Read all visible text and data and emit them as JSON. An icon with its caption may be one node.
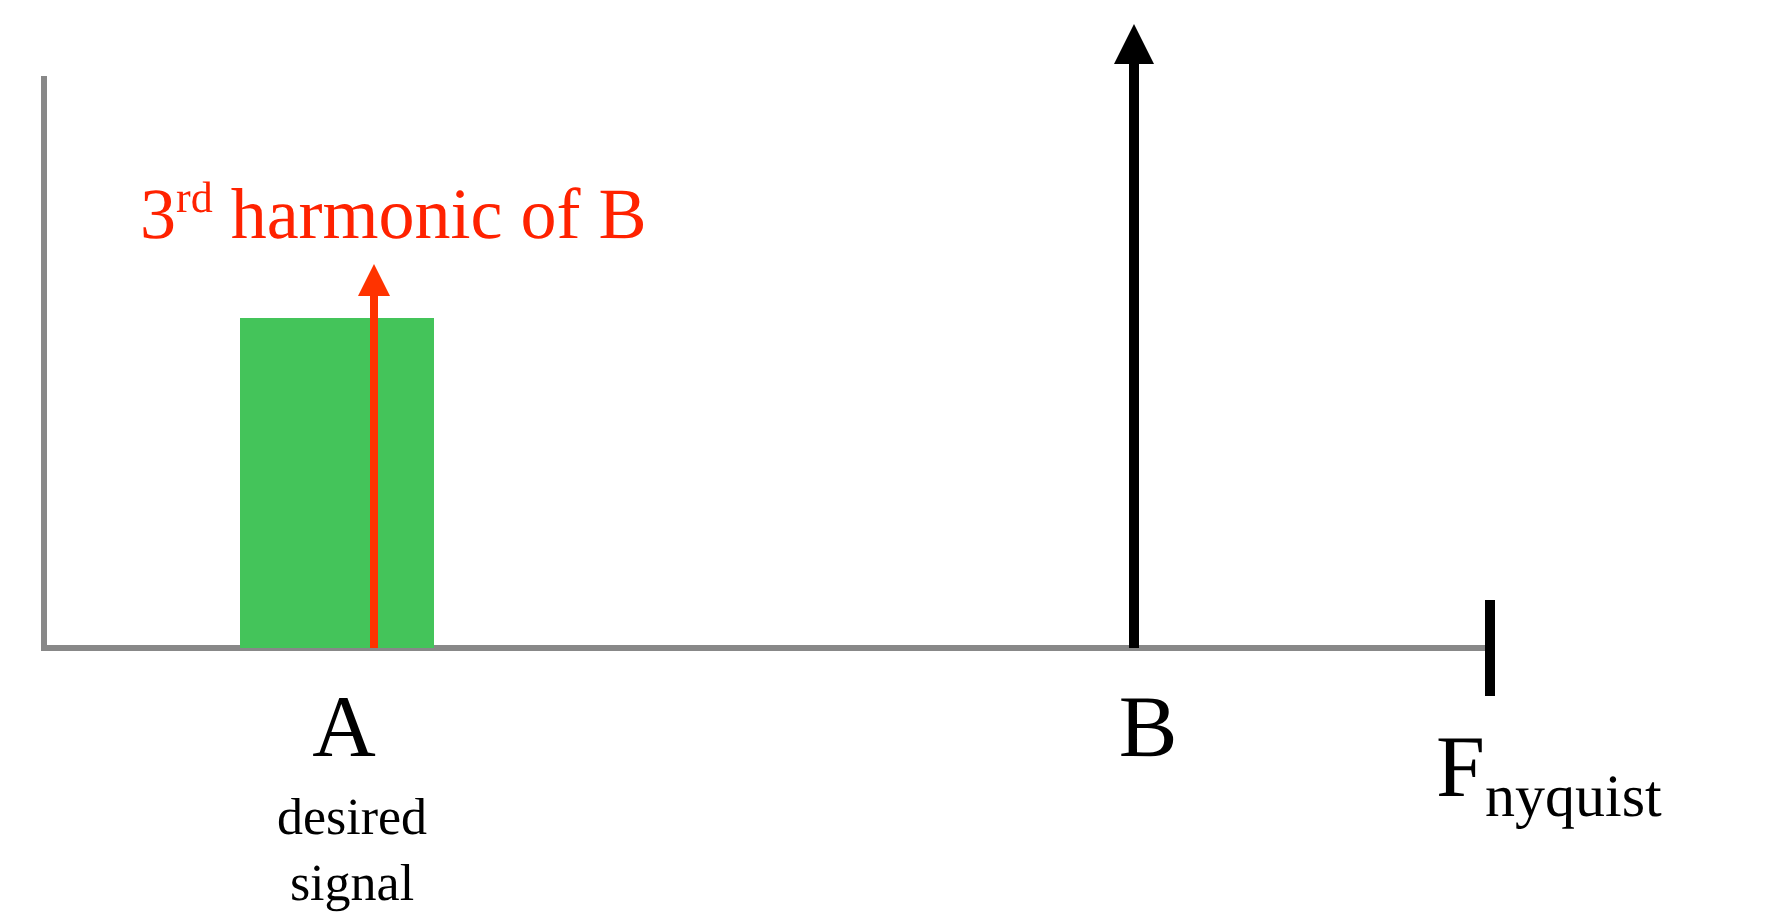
{
  "diagram": {
    "labels": [
      "3$^{rd}$ harmonic of B",
      "A",
      "desired signal",
      "B",
      "F$_{nyquist}$"
    ]
  }
}
